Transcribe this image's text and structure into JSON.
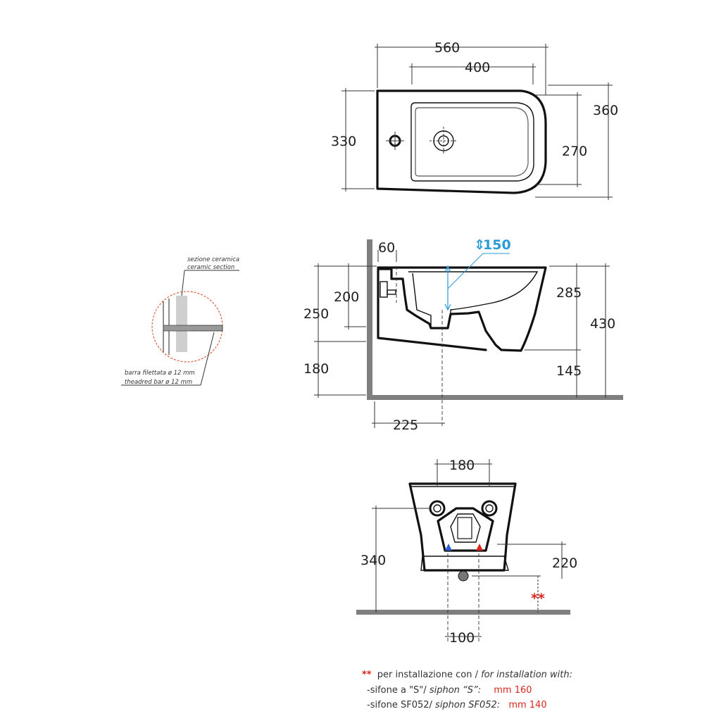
{
  "top_view": {
    "width_overall": "560",
    "width_inner": "400",
    "depth_overall": "360",
    "depth_left": "330",
    "depth_inner": "270"
  },
  "side_view": {
    "dim_60": "60",
    "dim_150": "150",
    "dim_200": "200",
    "dim_250": "250",
    "dim_180": "180",
    "dim_285": "285",
    "dim_430": "430",
    "dim_145": "145",
    "dim_225": "225"
  },
  "detail": {
    "section_it": "sezione ceramica",
    "section_en": "ceramic section",
    "bar_it": "barra filettata ø 12 mm",
    "bar_en": "theadred bar ø 12 mm"
  },
  "rear_view": {
    "dim_180": "180",
    "dim_340": "340",
    "dim_220": "220",
    "dim_100": "100",
    "note_marker": "**"
  },
  "notes": {
    "marker": "**",
    "line1_it": "per installazione con / ",
    "line1_en": "for installation with:",
    "line2_it": "-sifone a \"S\"/",
    "line2_en": "siphon “S”:",
    "line2_value": "mm 160",
    "line3_it": "-sifone SF052/",
    "line3_en": "siphon SF052:",
    "line3_value": "mm 140"
  },
  "colors": {
    "accent_blue": "#2a9bd6",
    "note_red": "#d9261c",
    "wall_grey": "#7f7f7f",
    "detail_circle": "#d9461c"
  }
}
